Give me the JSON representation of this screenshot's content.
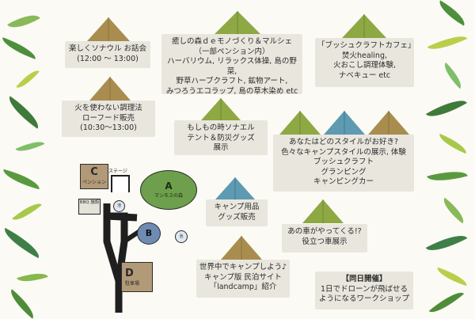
{
  "events": {
    "talk": {
      "title": "楽しくソナウル お話会",
      "time": "(12:00 ～ 13:00)"
    },
    "cooking": {
      "line1": "火を使わない調理法",
      "line2": "ローフード販売",
      "time": "(10:30～13:00)"
    },
    "market": {
      "line1": "癒しの森ｄｅモノづくり＆マルシェ",
      "line2": "（一部ペンション内）",
      "line3": "ハーバリウム, リラックス体操, 島の野菜,",
      "line4": "野草ハーブクラフト, 鉱物アート,",
      "line5": "みつろうエコラップ, 島の草木染め etc"
    },
    "cafe": {
      "line1": "「ブッシュクラフトカフェ」",
      "line2": "焚火healing,",
      "line3": "火おこし調理体験,",
      "line4": "ナベキュー etc"
    },
    "disaster": {
      "line1": "もしもの時ソナエル",
      "line2": "テント＆防災グッズ",
      "line3": "展示"
    },
    "style": {
      "line1": "あなたはどのスタイルがお好き?",
      "line2": "色々なキャンプスタイルの展示, 体験",
      "line3": "ブッシュクラフト",
      "line4": "グランピング",
      "line5": "キャンピングカー"
    },
    "goods": {
      "line1": "キャンプ用品",
      "line2": "グッズ販売"
    },
    "car": {
      "line1": "あの車がやってくる!?",
      "line2": "役立つ車展示"
    },
    "landcamp": {
      "line1": "世界中でキャンプしよう♪",
      "line2": "キャンプ版 民泊サイト",
      "line3": "「landcamp」紹介"
    },
    "drone": {
      "line1": "【同日開催】",
      "line2": "1日でドローンが飛ばせる",
      "line3": "ようになるワークショップ"
    }
  },
  "map": {
    "area_c": "C",
    "area_c_label": "ペンション",
    "stage": "ステージ",
    "bbq": "BBQ 施設",
    "area_a": "A",
    "area_a_label": "マンモスの森",
    "area_b": "B",
    "area_d": "D",
    "area_d_label": "駐車場",
    "pond": "池"
  },
  "colors": {
    "tri_green": "#8ea844",
    "tri_teal": "#5e9ab1",
    "tri_brown": "#a88d4f",
    "map_green": "#6d9f4d",
    "map_brown": "#b39b77",
    "map_blue": "#6e8bb3"
  }
}
